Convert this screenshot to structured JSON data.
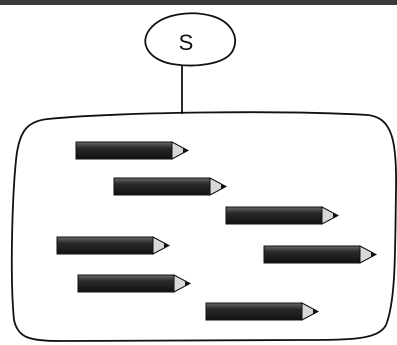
{
  "set_label": "S",
  "elements": [
    {
      "kind": "pencil",
      "id": 1
    },
    {
      "kind": "pencil",
      "id": 2
    },
    {
      "kind": "pencil",
      "id": 3
    },
    {
      "kind": "pencil",
      "id": 4
    },
    {
      "kind": "pencil",
      "id": 5
    },
    {
      "kind": "pencil",
      "id": 6
    },
    {
      "kind": "pencil",
      "id": 7
    }
  ],
  "colors": {
    "ink": "#111111",
    "pencil_body": "#2a2a2a",
    "pencil_tip": "#d8d8d8",
    "background": "#ffffff"
  }
}
